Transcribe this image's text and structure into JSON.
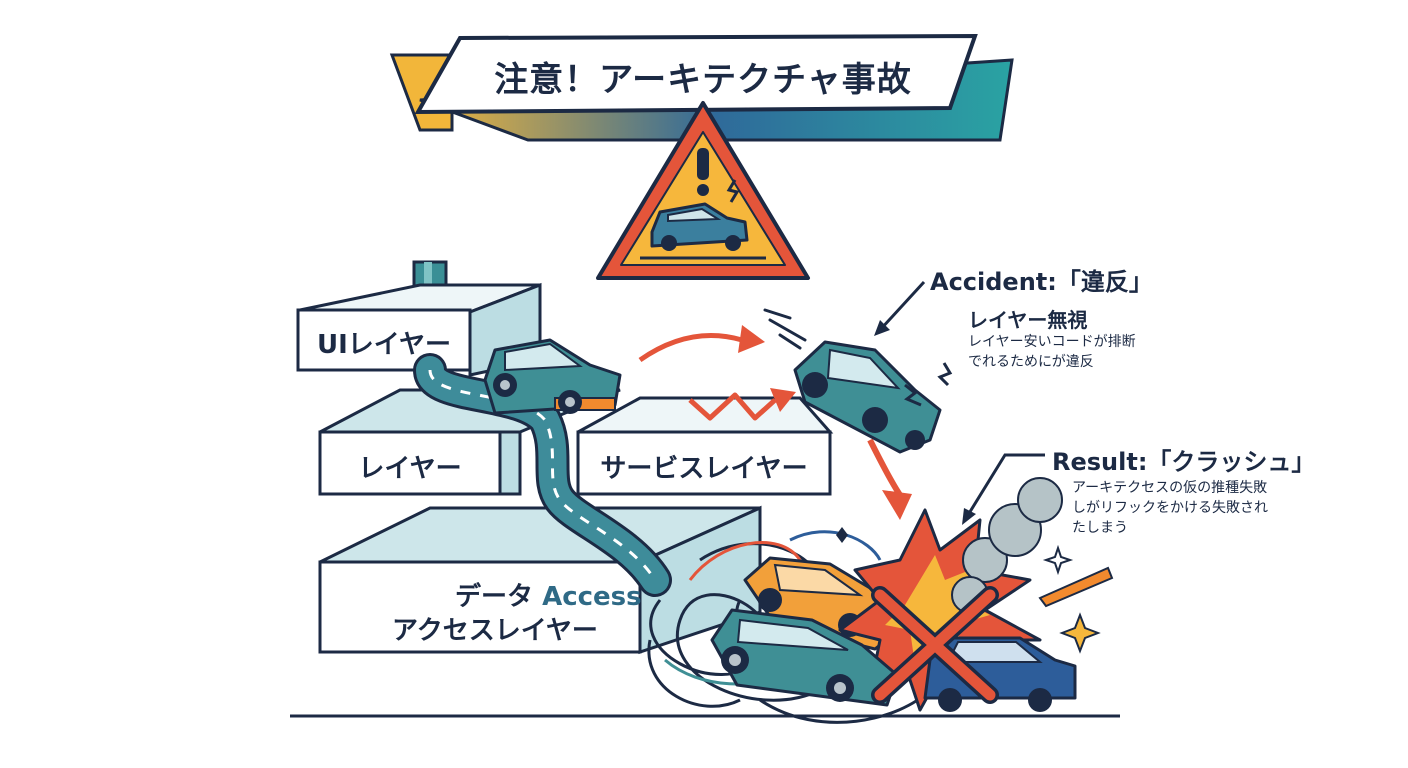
{
  "banner": {
    "title": "注意！アーキテクチャ事故"
  },
  "layers": {
    "ui": "UIレイヤー",
    "middle": "レイヤー",
    "service": "サービスレイヤー",
    "data_line1_prefix": "データ",
    "data_line1_suffix": "Access",
    "data_line2": "アクセスレイヤー"
  },
  "accident": {
    "label": "Accident:「違反」",
    "subtitle": "レイヤー無視",
    "description": "レイヤー安いコードが排断でれるためにが違反"
  },
  "result": {
    "label": "Result:「クラッシュ」",
    "description": "アーキテクセスの仮の推種失敗しがリフックをかける失敗されたしまう"
  },
  "colors": {
    "navy": "#1c2a44",
    "teal": "#4a9aa0",
    "warning_yellow": "#f6b73c",
    "warning_red": "#e4553a",
    "blue": "#2d5d9a"
  }
}
